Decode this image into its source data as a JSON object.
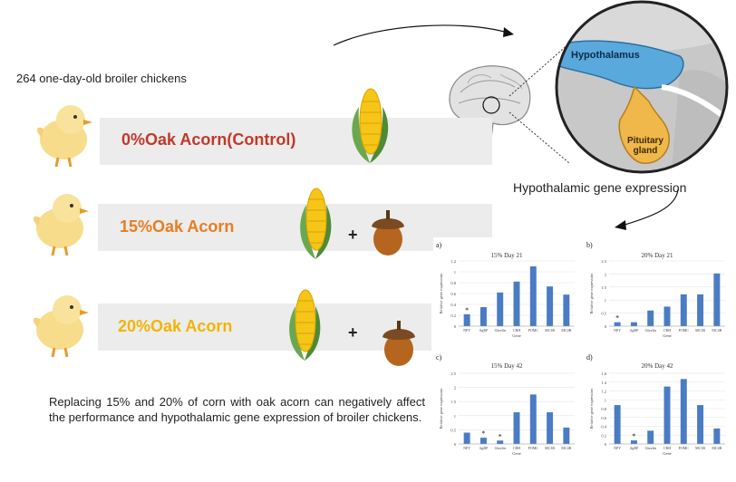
{
  "intro_text": "264 one-day-old broiler chickens",
  "groups": [
    {
      "label": "0%Oak Acorn(Control)",
      "color": "#c0392b",
      "diet": "corn"
    },
    {
      "label": "15%Oak Acorn",
      "color": "#e67e22",
      "diet": "corn + acorn",
      "plus": "+"
    },
    {
      "label": "20%Oak Acorn",
      "color": "#f1b400",
      "diet": "corn + acorn",
      "plus": "+"
    }
  ],
  "brain_inset": {
    "hypothalamus_label": "Hypothalamus",
    "pituitary_label": "Pituitary\ngland"
  },
  "hypothalamic_caption": "Hypothalamic gene expression",
  "conclusion": "Replacing 15% and 20% of corn with oak acorn can negatively affect the performance and hypothalamic gene expression of broiler chickens.",
  "chart_data": [
    {
      "type": "bar",
      "panel": "a)",
      "title": "15% Day 21",
      "xlabel": "Gene",
      "ylabel": "Relative gene expression",
      "categories": [
        "NPY",
        "AgRP",
        "Ghrelin",
        "CRH",
        "POMC",
        "MC3R",
        "MC4R"
      ],
      "values": [
        0.22,
        0.35,
        0.62,
        0.82,
        1.1,
        0.73,
        0.58
      ],
      "ylim": [
        0,
        1.2
      ],
      "yticks": [
        "0",
        "0.2",
        "0.4",
        "0.6",
        "0.8",
        "1",
        "1.2"
      ],
      "significant": [
        "NPY"
      ],
      "marker": "*"
    },
    {
      "type": "bar",
      "panel": "b)",
      "title": "20% Day 21",
      "xlabel": "Gene",
      "ylabel": "Relative gene expression",
      "categories": [
        "NPY",
        "AgRP",
        "Ghrelin",
        "CRH",
        "POMC",
        "MC3R",
        "MC4R"
      ],
      "values": [
        0.15,
        0.15,
        0.6,
        0.75,
        1.22,
        1.22,
        2.02
      ],
      "ylim": [
        0,
        2.5
      ],
      "yticks": [
        "0",
        "0.5",
        "1",
        "1.5",
        "2",
        "2.5"
      ],
      "significant": [
        "NPY"
      ],
      "marker": "*"
    },
    {
      "type": "bar",
      "panel": "c)",
      "title": "15% Day 42",
      "xlabel": "Gene",
      "ylabel": "Relative gene expression",
      "categories": [
        "NPY",
        "AgRP",
        "Ghrelin",
        "CRH",
        "POMC",
        "MC3R",
        "MC4R"
      ],
      "values": [
        0.4,
        0.22,
        0.12,
        1.12,
        1.75,
        1.12,
        0.58
      ],
      "ylim": [
        0,
        2.5
      ],
      "yticks": [
        "0",
        "0.5",
        "1",
        "1.5",
        "2",
        "2.5"
      ],
      "significant": [
        "AgRP",
        "Ghrelin"
      ],
      "marker": "*"
    },
    {
      "type": "bar",
      "panel": "d)",
      "title": "20% Day 42",
      "xlabel": "Gene",
      "ylabel": "Relative gene expression",
      "categories": [
        "NPY",
        "AgRP",
        "Ghrelin",
        "CRH",
        "POMC",
        "MC3R",
        "MC4R"
      ],
      "values": [
        0.88,
        0.08,
        0.3,
        1.3,
        1.47,
        0.88,
        0.35
      ],
      "ylim": [
        0,
        1.6
      ],
      "yticks": [
        "0",
        "0.2",
        "0.4",
        "0.6",
        "0.8",
        "1",
        "1.2",
        "1.4",
        "1.6"
      ],
      "significant": [
        "AgRP"
      ],
      "marker": "*"
    }
  ],
  "colors": {
    "bar": "#4a7cc4",
    "hypothalamus": "#5aa9dd",
    "pituitary": "#f0b84a",
    "band": "#ececec"
  }
}
